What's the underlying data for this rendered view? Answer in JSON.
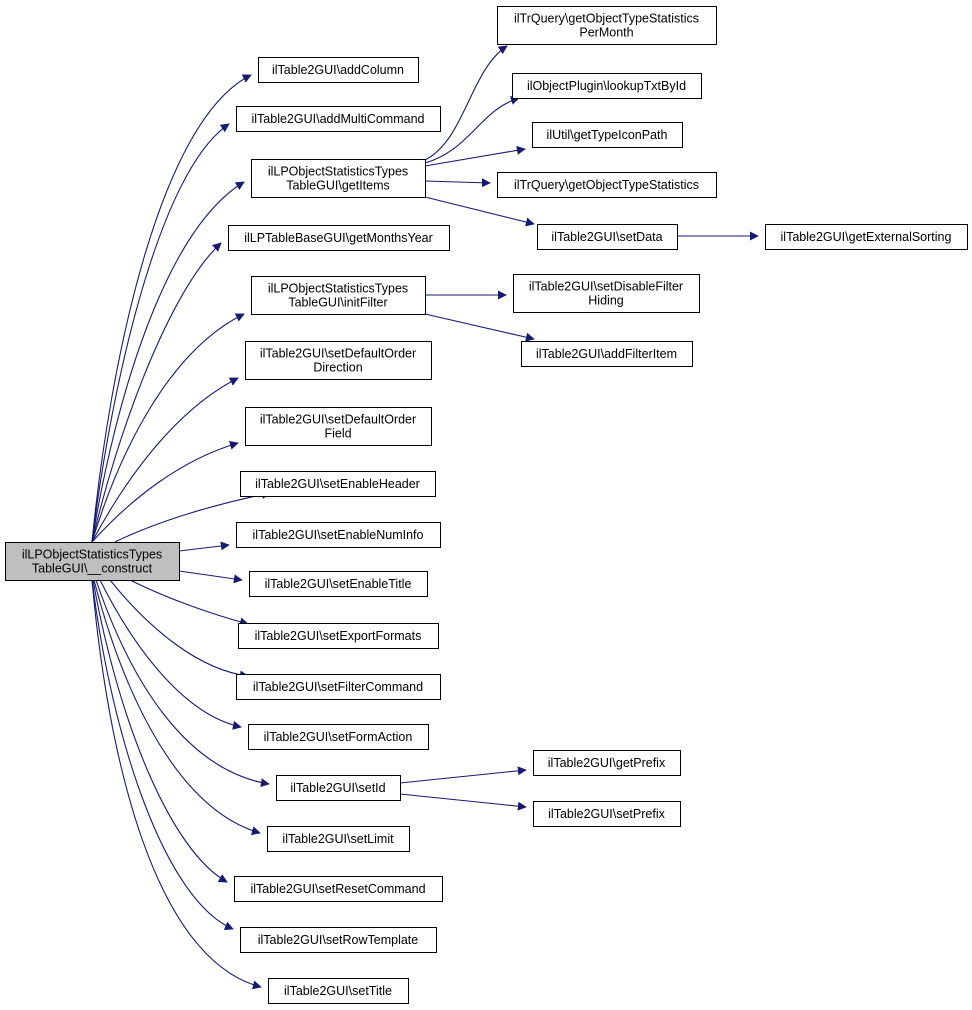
{
  "diagram": {
    "colors": {
      "edge": "#191970",
      "node_border": "#000000",
      "node_fill": "#ffffff",
      "root_fill": "#bfbfbf",
      "text": "#000000"
    },
    "nodes": [
      {
        "id": "root",
        "lines": [
          "ilLPObjectStatisticsTypes",
          "TableGUI\\__construct"
        ],
        "root": true
      },
      {
        "id": "addColumn",
        "lines": [
          "ilTable2GUI\\addColumn"
        ]
      },
      {
        "id": "addMultiCommand",
        "lines": [
          "ilTable2GUI\\addMultiCommand"
        ]
      },
      {
        "id": "getItems",
        "lines": [
          "ilLPObjectStatisticsTypes",
          "TableGUI\\getItems"
        ]
      },
      {
        "id": "getMonthsYear",
        "lines": [
          "ilLPTableBaseGUI\\getMonthsYear"
        ]
      },
      {
        "id": "initFilter",
        "lines": [
          "ilLPObjectStatisticsTypes",
          "TableGUI\\initFilter"
        ]
      },
      {
        "id": "setDefaultOrderDirection",
        "lines": [
          "ilTable2GUI\\setDefaultOrder",
          "Direction"
        ]
      },
      {
        "id": "setDefaultOrderField",
        "lines": [
          "ilTable2GUI\\setDefaultOrder",
          "Field"
        ]
      },
      {
        "id": "setEnableHeader",
        "lines": [
          "ilTable2GUI\\setEnableHeader"
        ]
      },
      {
        "id": "setEnableNumInfo",
        "lines": [
          "ilTable2GUI\\setEnableNumInfo"
        ]
      },
      {
        "id": "setEnableTitle",
        "lines": [
          "ilTable2GUI\\setEnableTitle"
        ]
      },
      {
        "id": "setExportFormats",
        "lines": [
          "ilTable2GUI\\setExportFormats"
        ]
      },
      {
        "id": "setFilterCommand",
        "lines": [
          "ilTable2GUI\\setFilterCommand"
        ]
      },
      {
        "id": "setFormAction",
        "lines": [
          "ilTable2GUI\\setFormAction"
        ]
      },
      {
        "id": "setId",
        "lines": [
          "ilTable2GUI\\setId"
        ]
      },
      {
        "id": "setLimit",
        "lines": [
          "ilTable2GUI\\setLimit"
        ]
      },
      {
        "id": "setResetCommand",
        "lines": [
          "ilTable2GUI\\setResetCommand"
        ]
      },
      {
        "id": "setRowTemplate",
        "lines": [
          "ilTable2GUI\\setRowTemplate"
        ]
      },
      {
        "id": "setTitle",
        "lines": [
          "ilTable2GUI\\setTitle"
        ]
      },
      {
        "id": "getObjectTypeStatisticsPerMonth",
        "lines": [
          "ilTrQuery\\getObjectTypeStatistics",
          "PerMonth"
        ]
      },
      {
        "id": "lookupTxtById",
        "lines": [
          "ilObjectPlugin\\lookupTxtById"
        ]
      },
      {
        "id": "getTypeIconPath",
        "lines": [
          "ilUtil\\getTypeIconPath"
        ]
      },
      {
        "id": "getObjectTypeStatistics",
        "lines": [
          "ilTrQuery\\getObjectTypeStatistics"
        ]
      },
      {
        "id": "setData",
        "lines": [
          "ilTable2GUI\\setData"
        ]
      },
      {
        "id": "getExternalSorting",
        "lines": [
          "ilTable2GUI\\getExternalSorting"
        ]
      },
      {
        "id": "setDisableFilterHiding",
        "lines": [
          "ilTable2GUI\\setDisableFilter",
          "Hiding"
        ]
      },
      {
        "id": "addFilterItem",
        "lines": [
          "ilTable2GUI\\addFilterItem"
        ]
      },
      {
        "id": "getPrefix",
        "lines": [
          "ilTable2GUI\\getPrefix"
        ]
      },
      {
        "id": "setPrefix",
        "lines": [
          "ilTable2GUI\\setPrefix"
        ]
      }
    ],
    "edges": [
      [
        "root",
        "addColumn"
      ],
      [
        "root",
        "addMultiCommand"
      ],
      [
        "root",
        "getItems"
      ],
      [
        "root",
        "getMonthsYear"
      ],
      [
        "root",
        "initFilter"
      ],
      [
        "root",
        "setDefaultOrderDirection"
      ],
      [
        "root",
        "setDefaultOrderField"
      ],
      [
        "root",
        "setEnableHeader"
      ],
      [
        "root",
        "setEnableNumInfo"
      ],
      [
        "root",
        "setEnableTitle"
      ],
      [
        "root",
        "setExportFormats"
      ],
      [
        "root",
        "setFilterCommand"
      ],
      [
        "root",
        "setFormAction"
      ],
      [
        "root",
        "setId"
      ],
      [
        "root",
        "setLimit"
      ],
      [
        "root",
        "setResetCommand"
      ],
      [
        "root",
        "setRowTemplate"
      ],
      [
        "root",
        "setTitle"
      ],
      [
        "getItems",
        "getObjectTypeStatisticsPerMonth"
      ],
      [
        "getItems",
        "lookupTxtById"
      ],
      [
        "getItems",
        "getTypeIconPath"
      ],
      [
        "getItems",
        "getObjectTypeStatistics"
      ],
      [
        "getItems",
        "setData"
      ],
      [
        "setData",
        "getExternalSorting"
      ],
      [
        "initFilter",
        "setDisableFilterHiding"
      ],
      [
        "initFilter",
        "addFilterItem"
      ],
      [
        "setId",
        "getPrefix"
      ],
      [
        "setId",
        "setPrefix"
      ]
    ]
  }
}
